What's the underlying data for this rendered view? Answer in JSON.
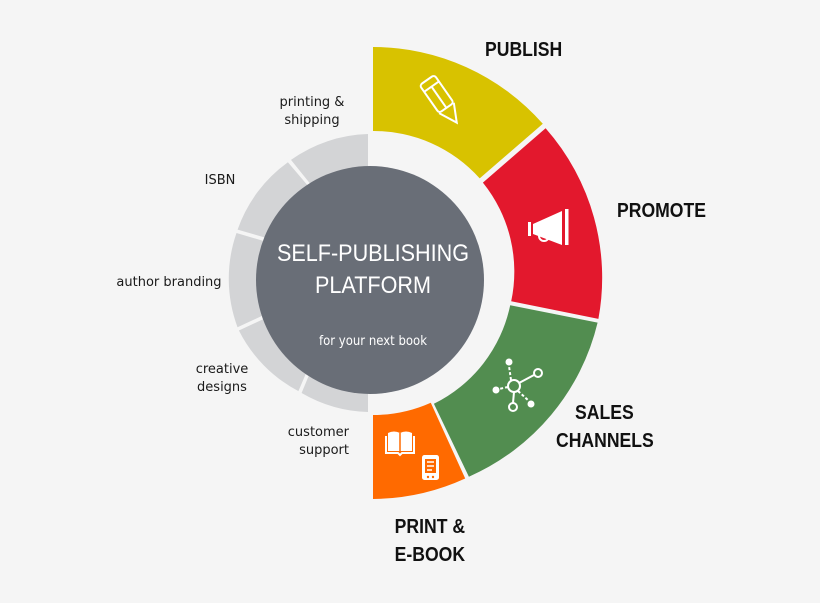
{
  "center": {
    "title_line1": "SELF-PUBLISHING",
    "title_line2": "PLATFORM",
    "subtitle": "for your next book",
    "color": "#696e77"
  },
  "segments": [
    {
      "label_line1": "PUBLISH",
      "label_line2": "",
      "icon": "pencil-icon",
      "color": "#d8c200"
    },
    {
      "label_line1": "PROMOTE",
      "label_line2": "",
      "icon": "megaphone-icon",
      "color": "#e3182d"
    },
    {
      "label_line1": "SALES",
      "label_line2": "CHANNELS",
      "icon": "network-icon",
      "color": "#528d50"
    },
    {
      "label_line1": "PRINT &",
      "label_line2": "E-BOOK",
      "icon": "book-and-ereader-icon",
      "color": "#ff6a00"
    }
  ],
  "services": [
    {
      "line1": "printing &",
      "line2": "shipping"
    },
    {
      "line1": "ISBN",
      "line2": ""
    },
    {
      "line1": "author branding",
      "line2": ""
    },
    {
      "line1": "creative",
      "line2": "designs"
    },
    {
      "line1": "customer",
      "line2": "support"
    }
  ],
  "services_ring_color": "#d3d4d6",
  "background": "#f5f5f5"
}
